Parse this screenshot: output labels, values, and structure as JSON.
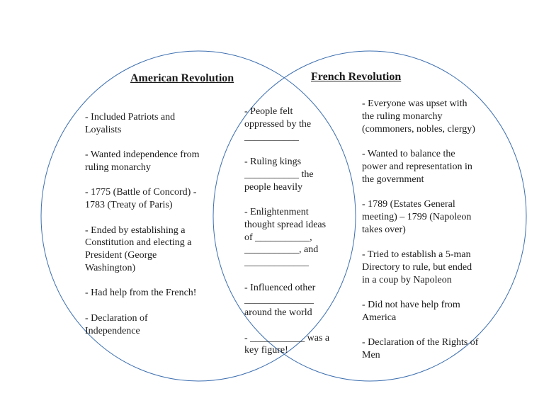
{
  "colors": {
    "circle_stroke": "#3d6fb0",
    "text": "#1a1a1a",
    "background": "#ffffff"
  },
  "american": {
    "title": "American Revolution",
    "items": [
      [
        "- Included Patriots and",
        "Loyalists"
      ],
      [
        "- Wanted independence from",
        "ruling monarchy"
      ],
      [
        "- 1775 (Battle of Concord) -",
        "1783 (Treaty of Paris)"
      ],
      [
        "- Ended by establishing a",
        "Constitution and electing a",
        "President (George",
        "Washington)"
      ],
      [
        "- Had help from the French!"
      ],
      [
        "- Declaration of",
        "Independence"
      ]
    ]
  },
  "both": {
    "items": [
      [
        "- People felt",
        "oppressed by the",
        "___________"
      ],
      [
        "- Ruling kings",
        "___________ the",
        "people heavily"
      ],
      [
        "- Enlightenment",
        "thought spread ideas",
        "of ___________,",
        "___________, and",
        "_____________"
      ],
      [
        "- Influenced other",
        "______________",
        "around the world"
      ],
      [
        "- ___________ was a",
        "key figure!"
      ]
    ]
  },
  "french": {
    "title": "French Revolution",
    "items": [
      [
        "- Everyone was upset with",
        "the ruling monarchy",
        "(commoners, nobles, clergy)"
      ],
      [
        "- Wanted to balance the",
        "power and representation in",
        "the government"
      ],
      [
        "- 1789 (Estates General",
        "meeting) – 1799 (Napoleon",
        "takes over)"
      ],
      [
        "- Tried to establish a 5-man",
        "Directory to rule, but ended",
        "in a coup by Napoleon"
      ],
      [
        "- Did not have help from",
        "America"
      ],
      [
        "- Declaration of the Rights of",
        "Men"
      ]
    ]
  }
}
